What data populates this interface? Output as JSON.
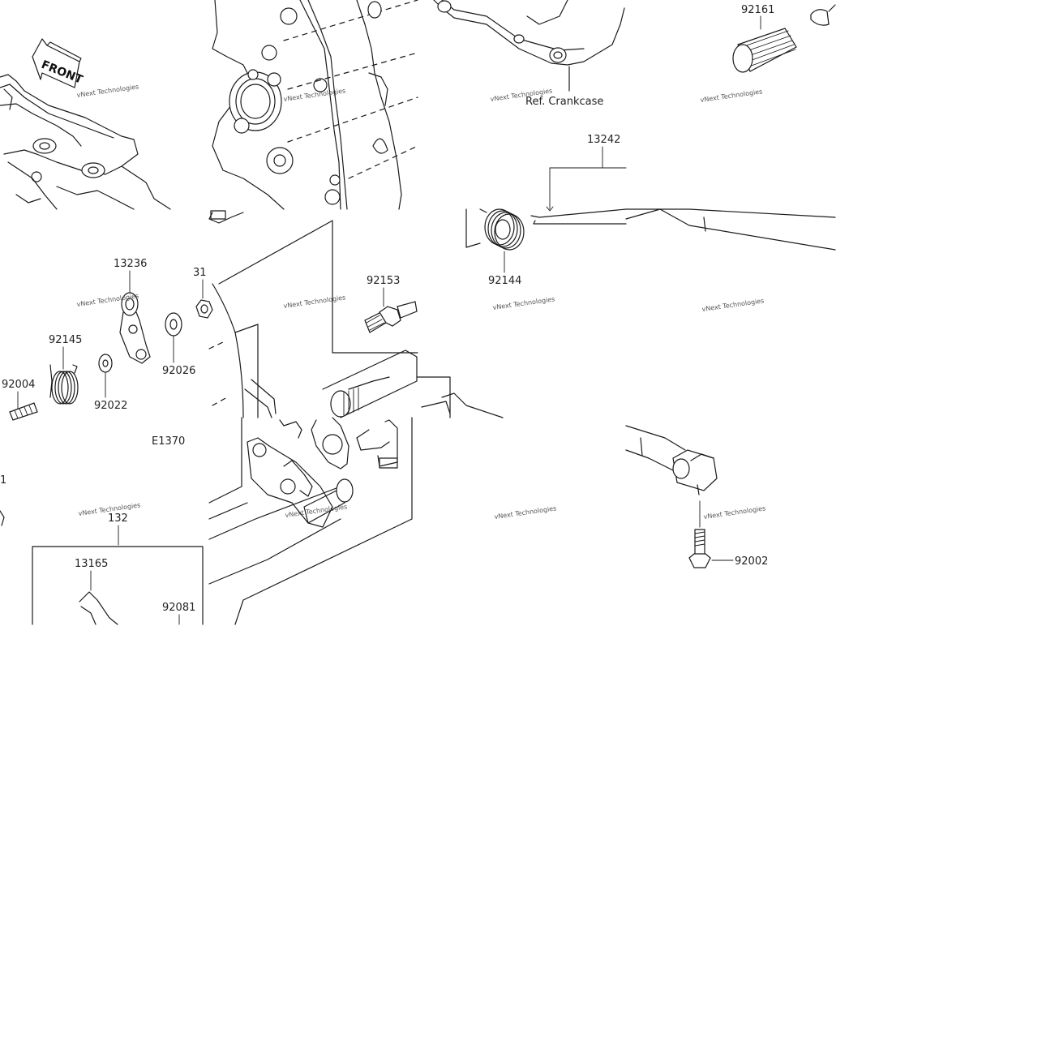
{
  "diagram": {
    "part_labels": {
      "p92161": "92161",
      "p13242": "13242",
      "p92144": "92144",
      "p13236": "13236",
      "p92153": "92153",
      "p92145": "92145",
      "p92026": "92026",
      "p92022": "92022",
      "p92004": "92004",
      "p13165": "13165",
      "p92081": "92081",
      "p92002": "92002",
      "p_partial_31": "31",
      "p_partial_1": "1",
      "p_partial_132": "132"
    },
    "ref_label": "Ref. Crankcase",
    "figure_code": "E1370",
    "direction_marker": "FRONT",
    "watermark": "vNext Technologies"
  },
  "colors": {
    "line": "#1a1a1a",
    "background": "#ffffff",
    "watermark": "#cfcfcf"
  }
}
